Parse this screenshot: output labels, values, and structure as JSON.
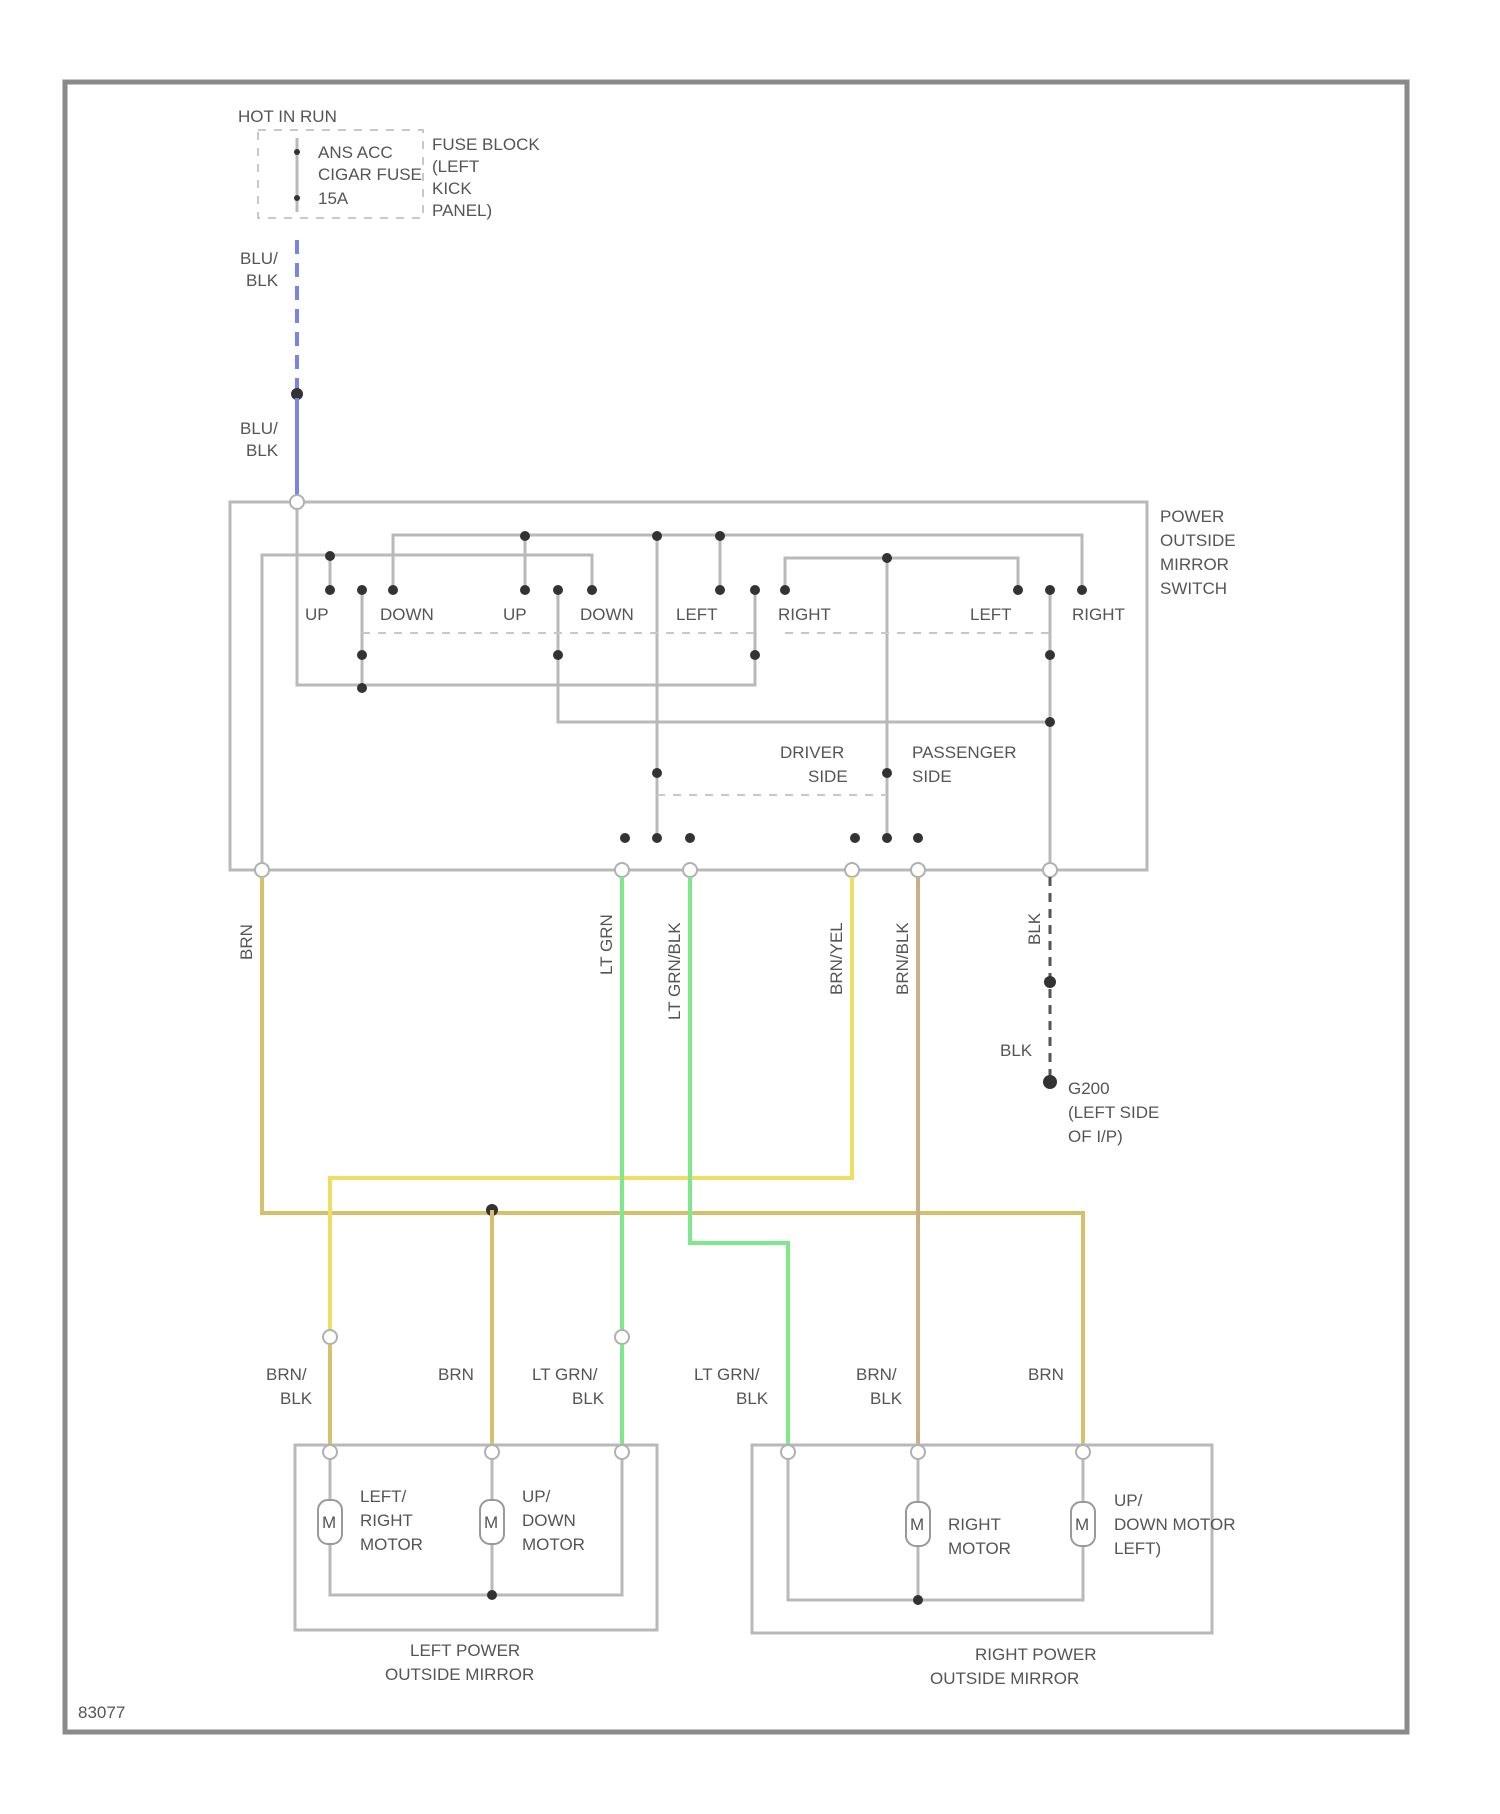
{
  "fuse": {
    "hot_label": "HOT IN RUN",
    "fuse_name": "ANS ACC",
    "fuse_line2": "CIGAR FUSE",
    "fuse_rating": "15A",
    "block_label_1": "FUSE BLOCK",
    "block_label_2": "(LEFT",
    "block_label_3": "KICK",
    "block_label_4": "PANEL)"
  },
  "wires": {
    "feed_top": [
      "BLU/",
      "BLK"
    ],
    "feed_bottom": [
      "BLU/",
      "BLK"
    ],
    "brn": "BRN",
    "lt_grn": "LT GRN",
    "lt_grn_blk": "LT GRN/BLK",
    "brn_yel": "BRN/YEL",
    "brn_blk": "BRN/BLK",
    "blk": "BLK",
    "blk2": "BLK"
  },
  "switch": {
    "title": [
      "POWER",
      "OUTSIDE",
      "MIRROR",
      "SWITCH"
    ],
    "labels": [
      "UP",
      "DOWN",
      "UP",
      "DOWN",
      "LEFT",
      "RIGHT",
      "LEFT",
      "RIGHT"
    ],
    "driver_side": [
      "DRIVER",
      "SIDE"
    ],
    "passenger_side": [
      "PASSENGER",
      "SIDE"
    ]
  },
  "ground": {
    "label": [
      "G200",
      "(LEFT SIDE",
      "OF I/P)"
    ]
  },
  "mirror_wires": [
    [
      "BRN/",
      "BLK"
    ],
    [
      "BRN"
    ],
    [
      "LT GRN/",
      "BLK"
    ],
    [
      "LT GRN/",
      "BLK"
    ],
    [
      "BRN/",
      "BLK"
    ],
    [
      "BRN"
    ]
  ],
  "left_mirror": {
    "motor1": [
      "LEFT/",
      "RIGHT",
      "MOTOR"
    ],
    "motor2": [
      "UP/",
      "DOWN",
      "MOTOR"
    ],
    "title": [
      "LEFT POWER",
      "OUTSIDE MIRROR"
    ]
  },
  "right_mirror": {
    "motor1": [
      "RIGHT",
      "MOTOR"
    ],
    "motor2": [
      "UP/",
      "DOWN MOTOR",
      "LEFT)"
    ],
    "title": [
      "RIGHT POWER",
      "OUTSIDE MIRROR"
    ]
  },
  "figure_id": "83077",
  "colors": {
    "blue_wire": "#7a84e6",
    "brown_yellow_wire": "#d6c06a",
    "yellow_wire": "#ecdf63",
    "green_wire": "#7ee88a",
    "tan_wire": "#c9b08a",
    "grey_wire": "#b9b9b9"
  }
}
